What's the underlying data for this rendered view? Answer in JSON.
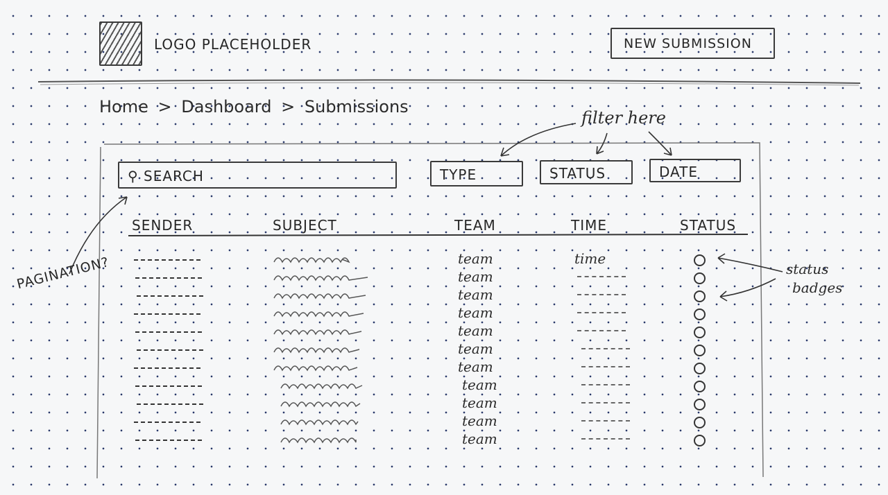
{
  "header": {
    "logo_label": "LOGO PLACEHOLDER",
    "new_submission_label": "NEW SUBMISSION"
  },
  "breadcrumb": {
    "items": [
      "Home",
      "Dashboard",
      "Submissions"
    ],
    "separator": ">"
  },
  "filters": {
    "search_placeholder": "SEARCH",
    "type_label": "TYPE",
    "status_label": "STATUS",
    "date_label": "DATE"
  },
  "table": {
    "columns": [
      "SENDER",
      "SUBJECT",
      "TEAM",
      "TIME",
      "STATUS"
    ],
    "rows": [
      {
        "team": "team",
        "time": "time"
      },
      {
        "team": "team"
      },
      {
        "team": "team"
      },
      {
        "team": "team"
      },
      {
        "team": "team"
      },
      {
        "team": "team"
      },
      {
        "team": "team"
      },
      {
        "team": "team"
      },
      {
        "team": "team"
      },
      {
        "team": "team"
      },
      {
        "team": "team"
      }
    ]
  },
  "annotations": {
    "filter": "filter here",
    "pagination": "PAGINATION?",
    "status_badges_1": "status",
    "status_badges_2": "badges"
  }
}
